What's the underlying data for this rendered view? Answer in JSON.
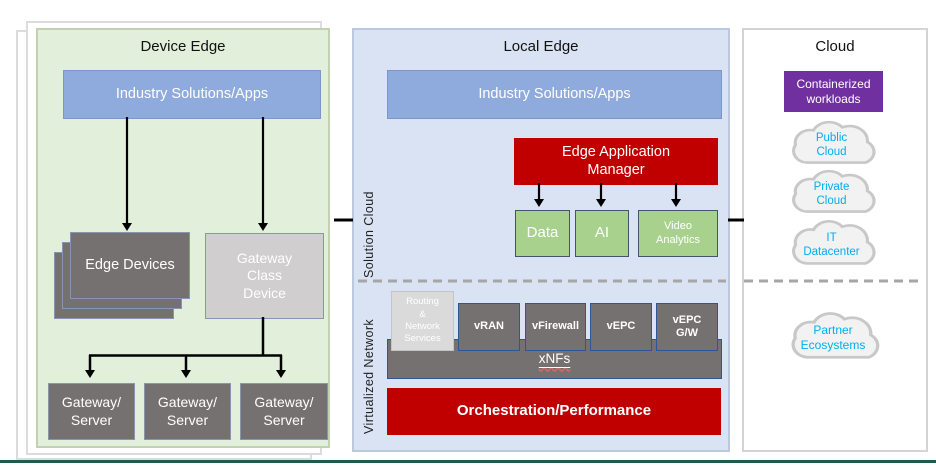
{
  "colors": {
    "panel_green": "#E2EFDA",
    "panel_blue": "#DAE3F3",
    "box_blue": "#8FAADC",
    "box_dark_gray": "#767171",
    "box_light_gray": "#D0CECE",
    "box_red": "#C00000",
    "box_green": "#A9D18E",
    "box_purple": "#7030A0",
    "cloud_text_cyan": "#00AEEF",
    "bottom_line_green": "#1F5C4C"
  },
  "device_edge": {
    "title": "Device Edge",
    "apps_box": "Industry Solutions/Apps",
    "edge_devices": "Edge Devices",
    "gateway_class_device": "Gateway\nClass\nDevice",
    "gateway_servers": [
      "Gateway/\nServer",
      "Gateway/\nServer",
      "Gateway/\nServer"
    ]
  },
  "local_edge": {
    "title": "Local Edge",
    "apps_box": "Industry Solutions/Apps",
    "solution_cloud_label": "Solution Cloud",
    "virtualized_network_label": "Virtualized Network",
    "eam_box": "Edge Application\nManager",
    "services": [
      "Data",
      "AI",
      "Video\nAnalytics"
    ],
    "routing_box": "Routing\n&\nNetwork\nServices",
    "vnf_boxes": [
      "vRAN",
      "vFirewall",
      "vEPC",
      "vEPC\nG/W"
    ],
    "xnfs_bar": "xNFs",
    "orchestration_box": "Orchestration/Performance"
  },
  "cloud": {
    "title": "Cloud",
    "containerized_box": "Containerized\nworkloads",
    "clouds": [
      "Public\nCloud",
      "Private\nCloud",
      "IT\nDatacenter"
    ],
    "partner_cloud": "Partner\nEcosystems"
  }
}
